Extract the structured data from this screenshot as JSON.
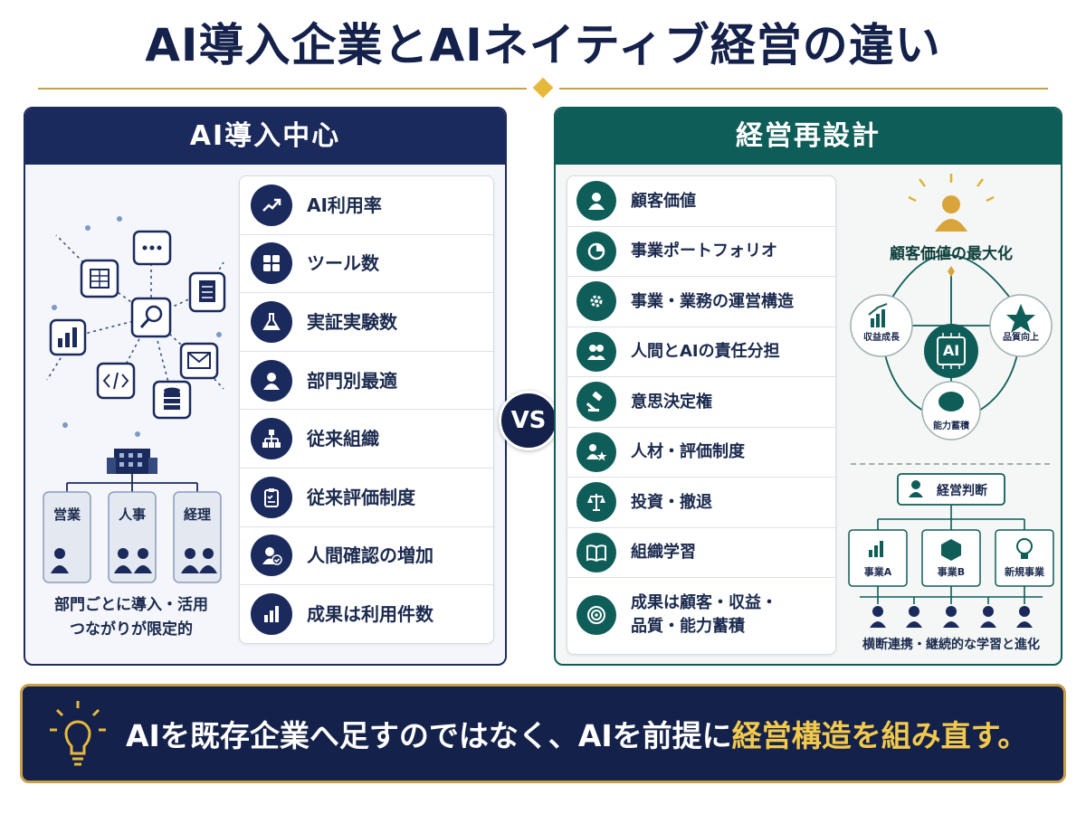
{
  "title": "AI導入企業とAIネイティブ経営の違い",
  "left": {
    "heading": "AI導入中心",
    "departments": [
      "営業",
      "人事",
      "経理"
    ],
    "caption_line1": "部門ごとに導入・活用",
    "caption_line2": "つながりが限定的",
    "items": [
      {
        "label": "AI利用率",
        "icon": "trend-up-icon"
      },
      {
        "label": "ツール数",
        "icon": "grid-icon"
      },
      {
        "label": "実証実験数",
        "icon": "flask-icon"
      },
      {
        "label": "部門別最適",
        "icon": "person-icon"
      },
      {
        "label": "従来組織",
        "icon": "org-chart-icon"
      },
      {
        "label": "従来評価制度",
        "icon": "clipboard-icon"
      },
      {
        "label": "人間確認の増加",
        "icon": "person-check-icon"
      },
      {
        "label": "成果は利用件数",
        "icon": "bar-chart-icon"
      }
    ]
  },
  "vs": "VS",
  "right": {
    "heading": "経営再設計",
    "items": [
      {
        "label": "顧客価値",
        "icon": "person-icon"
      },
      {
        "label": "事業ポートフォリオ",
        "icon": "pie-chart-icon"
      },
      {
        "label": "事業・業務の運営構造",
        "icon": "gears-icon"
      },
      {
        "label": "人間とAIの責任分担",
        "icon": "handshake-icon"
      },
      {
        "label": "意思決定権",
        "icon": "gavel-icon"
      },
      {
        "label": "人材・評価制度",
        "icon": "people-star-icon"
      },
      {
        "label": "投資・撤退",
        "icon": "scale-icon"
      },
      {
        "label": "組織学習",
        "icon": "book-icon"
      },
      {
        "label_line1": "成果は顧客・収益・",
        "label_line2": "品質・能力蓄積",
        "icon": "target-icon"
      }
    ],
    "diagram": {
      "top_label": "顧客価値の最大化",
      "center": "AI",
      "node_left": "収益成長",
      "node_right": "品質向上",
      "node_bottom": "能力蓄積"
    },
    "org": {
      "top": "経営判断",
      "units": [
        "事業A",
        "事業B",
        "新規事業"
      ],
      "caption": "横断連携・継続的な学習と進化"
    }
  },
  "bottom": {
    "text_main": "AIを既存企業へ足すのではなく、AIを前提に",
    "text_highlight": "経営構造を組み直す。"
  },
  "colors": {
    "navy": "#1b2a5c",
    "teal": "#0f5d58",
    "gold": "#c9a04a"
  }
}
